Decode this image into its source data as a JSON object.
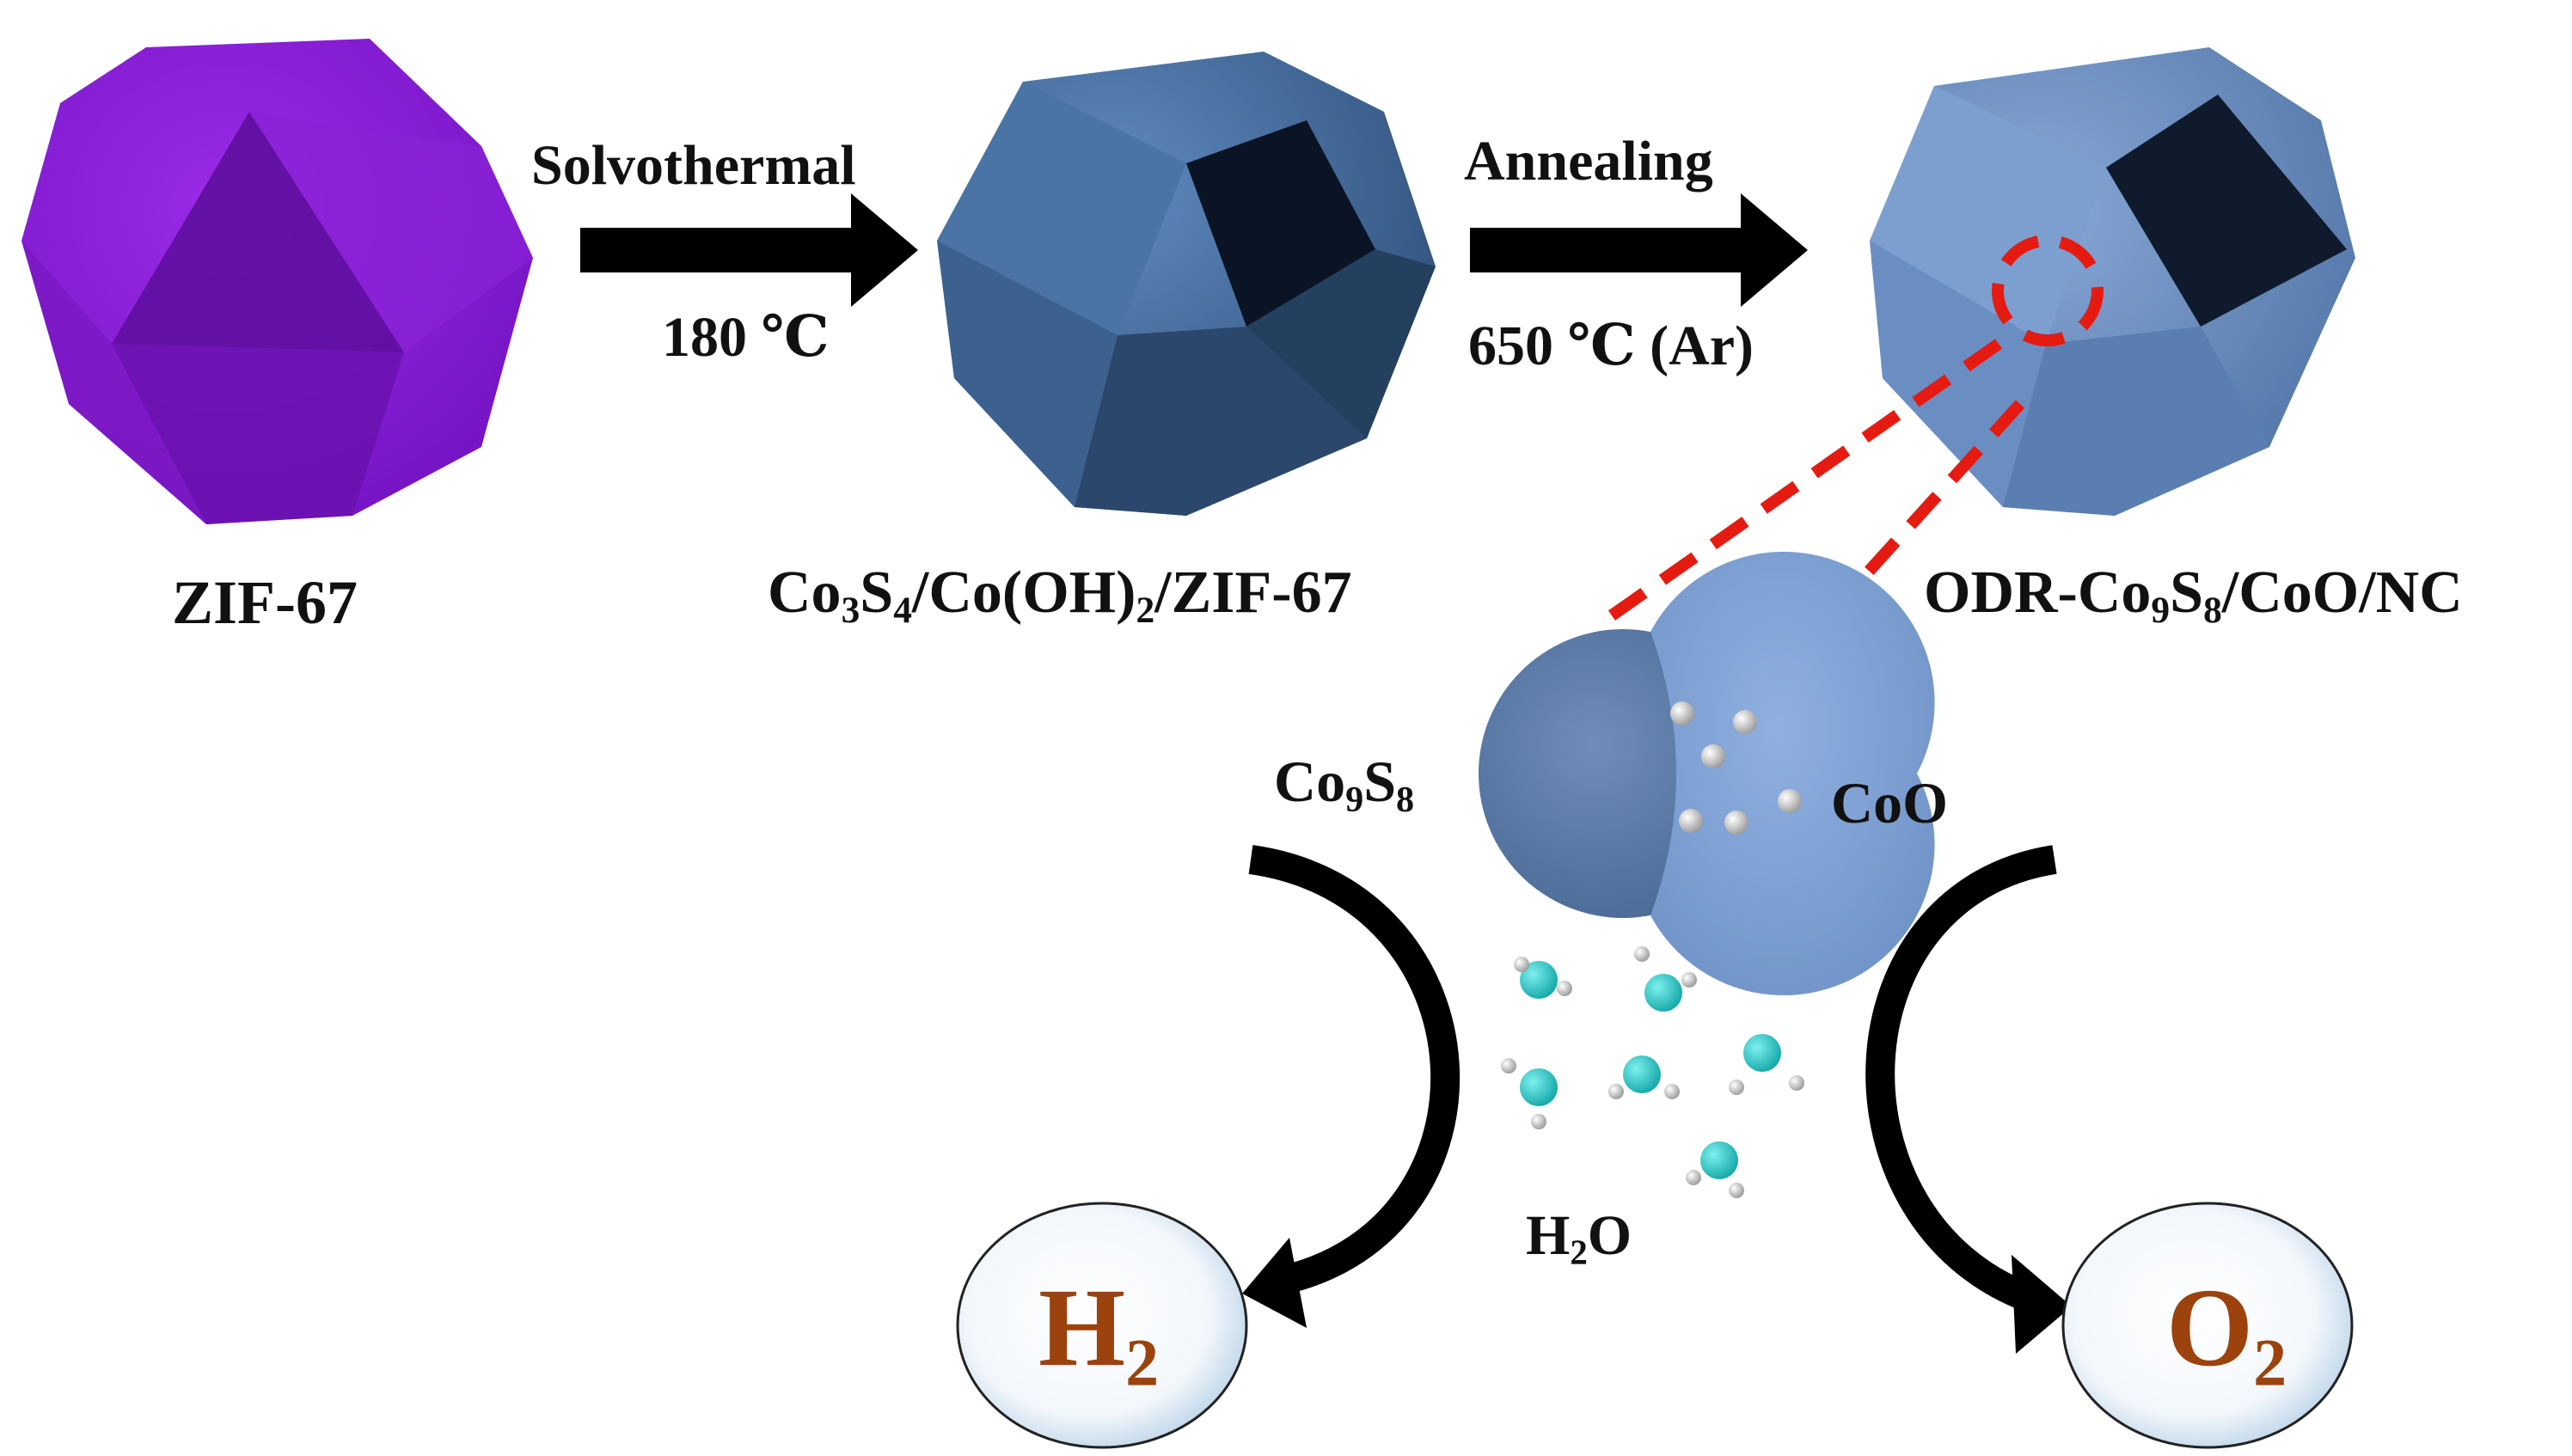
{
  "steps": {
    "step1_top": "Solvothermal",
    "step1_bottom": "180 ℃",
    "step2_top": "Annealing",
    "step2_bottom": "650 ℃ (Ar)"
  },
  "materials": {
    "zif67": "ZIF-67",
    "intermediate": {
      "p1": "Co",
      "s1": "3",
      "p2": "S",
      "s2": "4",
      "p3": "/Co(OH)",
      "s3": "2",
      "p4": "/ZIF-67"
    },
    "product": {
      "p1": "ODR-Co",
      "s1": "9",
      "p2": "S",
      "s2": "8",
      "p3": "/CoO/NC"
    }
  },
  "particle": {
    "left": {
      "p1": "Co",
      "s1": "9",
      "p2": "S",
      "s2": "8"
    },
    "right": "CoO"
  },
  "water": {
    "p1": "H",
    "s1": "2",
    "p2": "O"
  },
  "outputs": {
    "h2": {
      "p1": "H",
      "s1": "2"
    },
    "o2": {
      "p1": "O",
      "s1": "2"
    }
  },
  "colors": {
    "zif": "#8a1fd6",
    "zif_dark": "#5c0f9a",
    "crystal": "#4f79aa",
    "crystal_dark": "#1d3556",
    "product": "#6f93c4",
    "dashed": "#e51b12",
    "water_o": "#24c8c8",
    "product_text": "#9c420c"
  }
}
